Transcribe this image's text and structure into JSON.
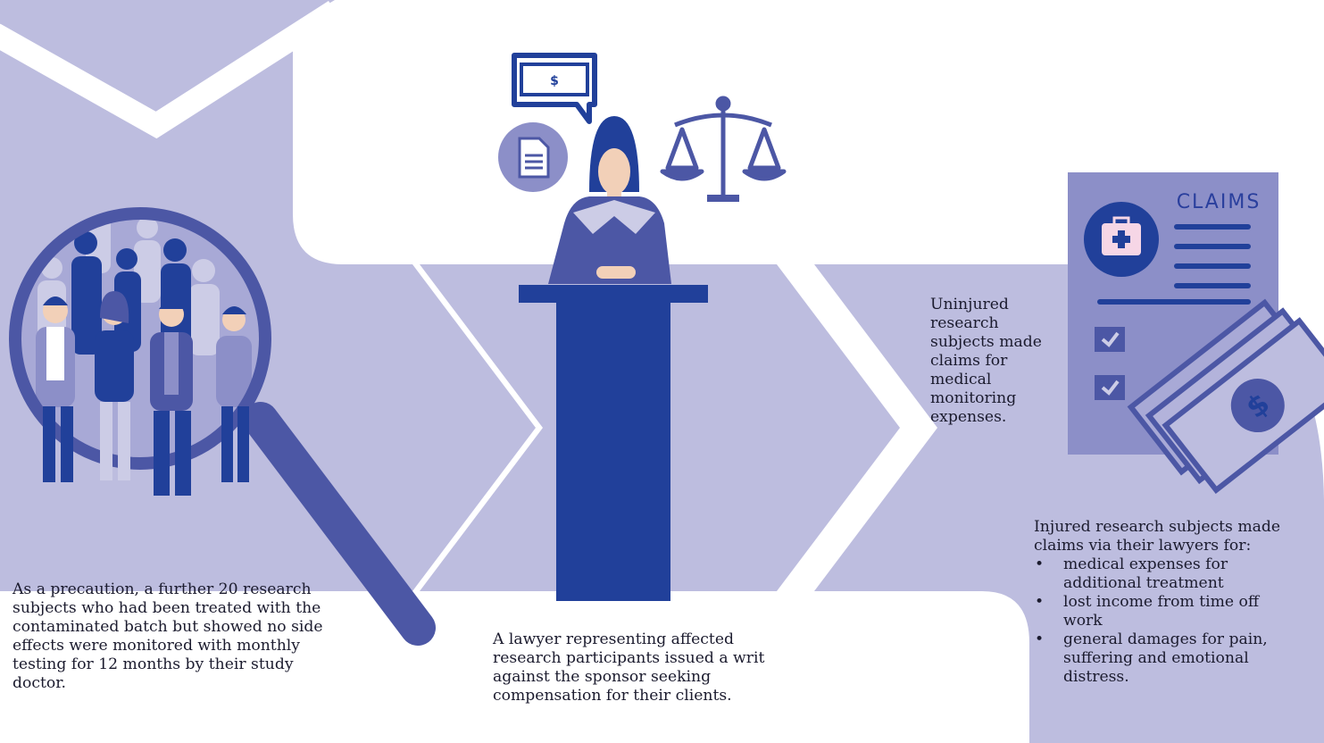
{
  "step1": {
    "text": "As a precaution, a further 20 research subjects who had been treated with the contaminated batch but showed no side effects were monitored with monthly testing for 12 months by their study doctor."
  },
  "step2": {
    "text": "A lawyer representing affected research participants issued a writ against the sponsor seeking compensation for their clients.",
    "bubble_symbol": "$"
  },
  "step3": {
    "text": "Uninjured research subjects made claims for medical monitoring expenses.",
    "form_title": "CLAIMS",
    "intro": "Injured research subjects made claims via their lawyers for:",
    "items": [
      "medical expenses for additional treatment",
      "lost income from time off work",
      "general damages for pain, suffering and emotional distress."
    ]
  },
  "colors": {
    "band": "#bdbddf",
    "dark_blue": "#21409a",
    "medium": "#4c57a5",
    "light": "#8c8fc8",
    "skin": "#f2d0b8",
    "pink": "#f6d6e6"
  },
  "icons": [
    "magnifier-icon",
    "crowd-icon",
    "speech-bubble-icon",
    "document-icon",
    "scales-icon",
    "lawyer-icon",
    "podium-icon",
    "claims-form-icon",
    "medical-kit-icon",
    "checkbox-icon",
    "banknotes-icon"
  ]
}
